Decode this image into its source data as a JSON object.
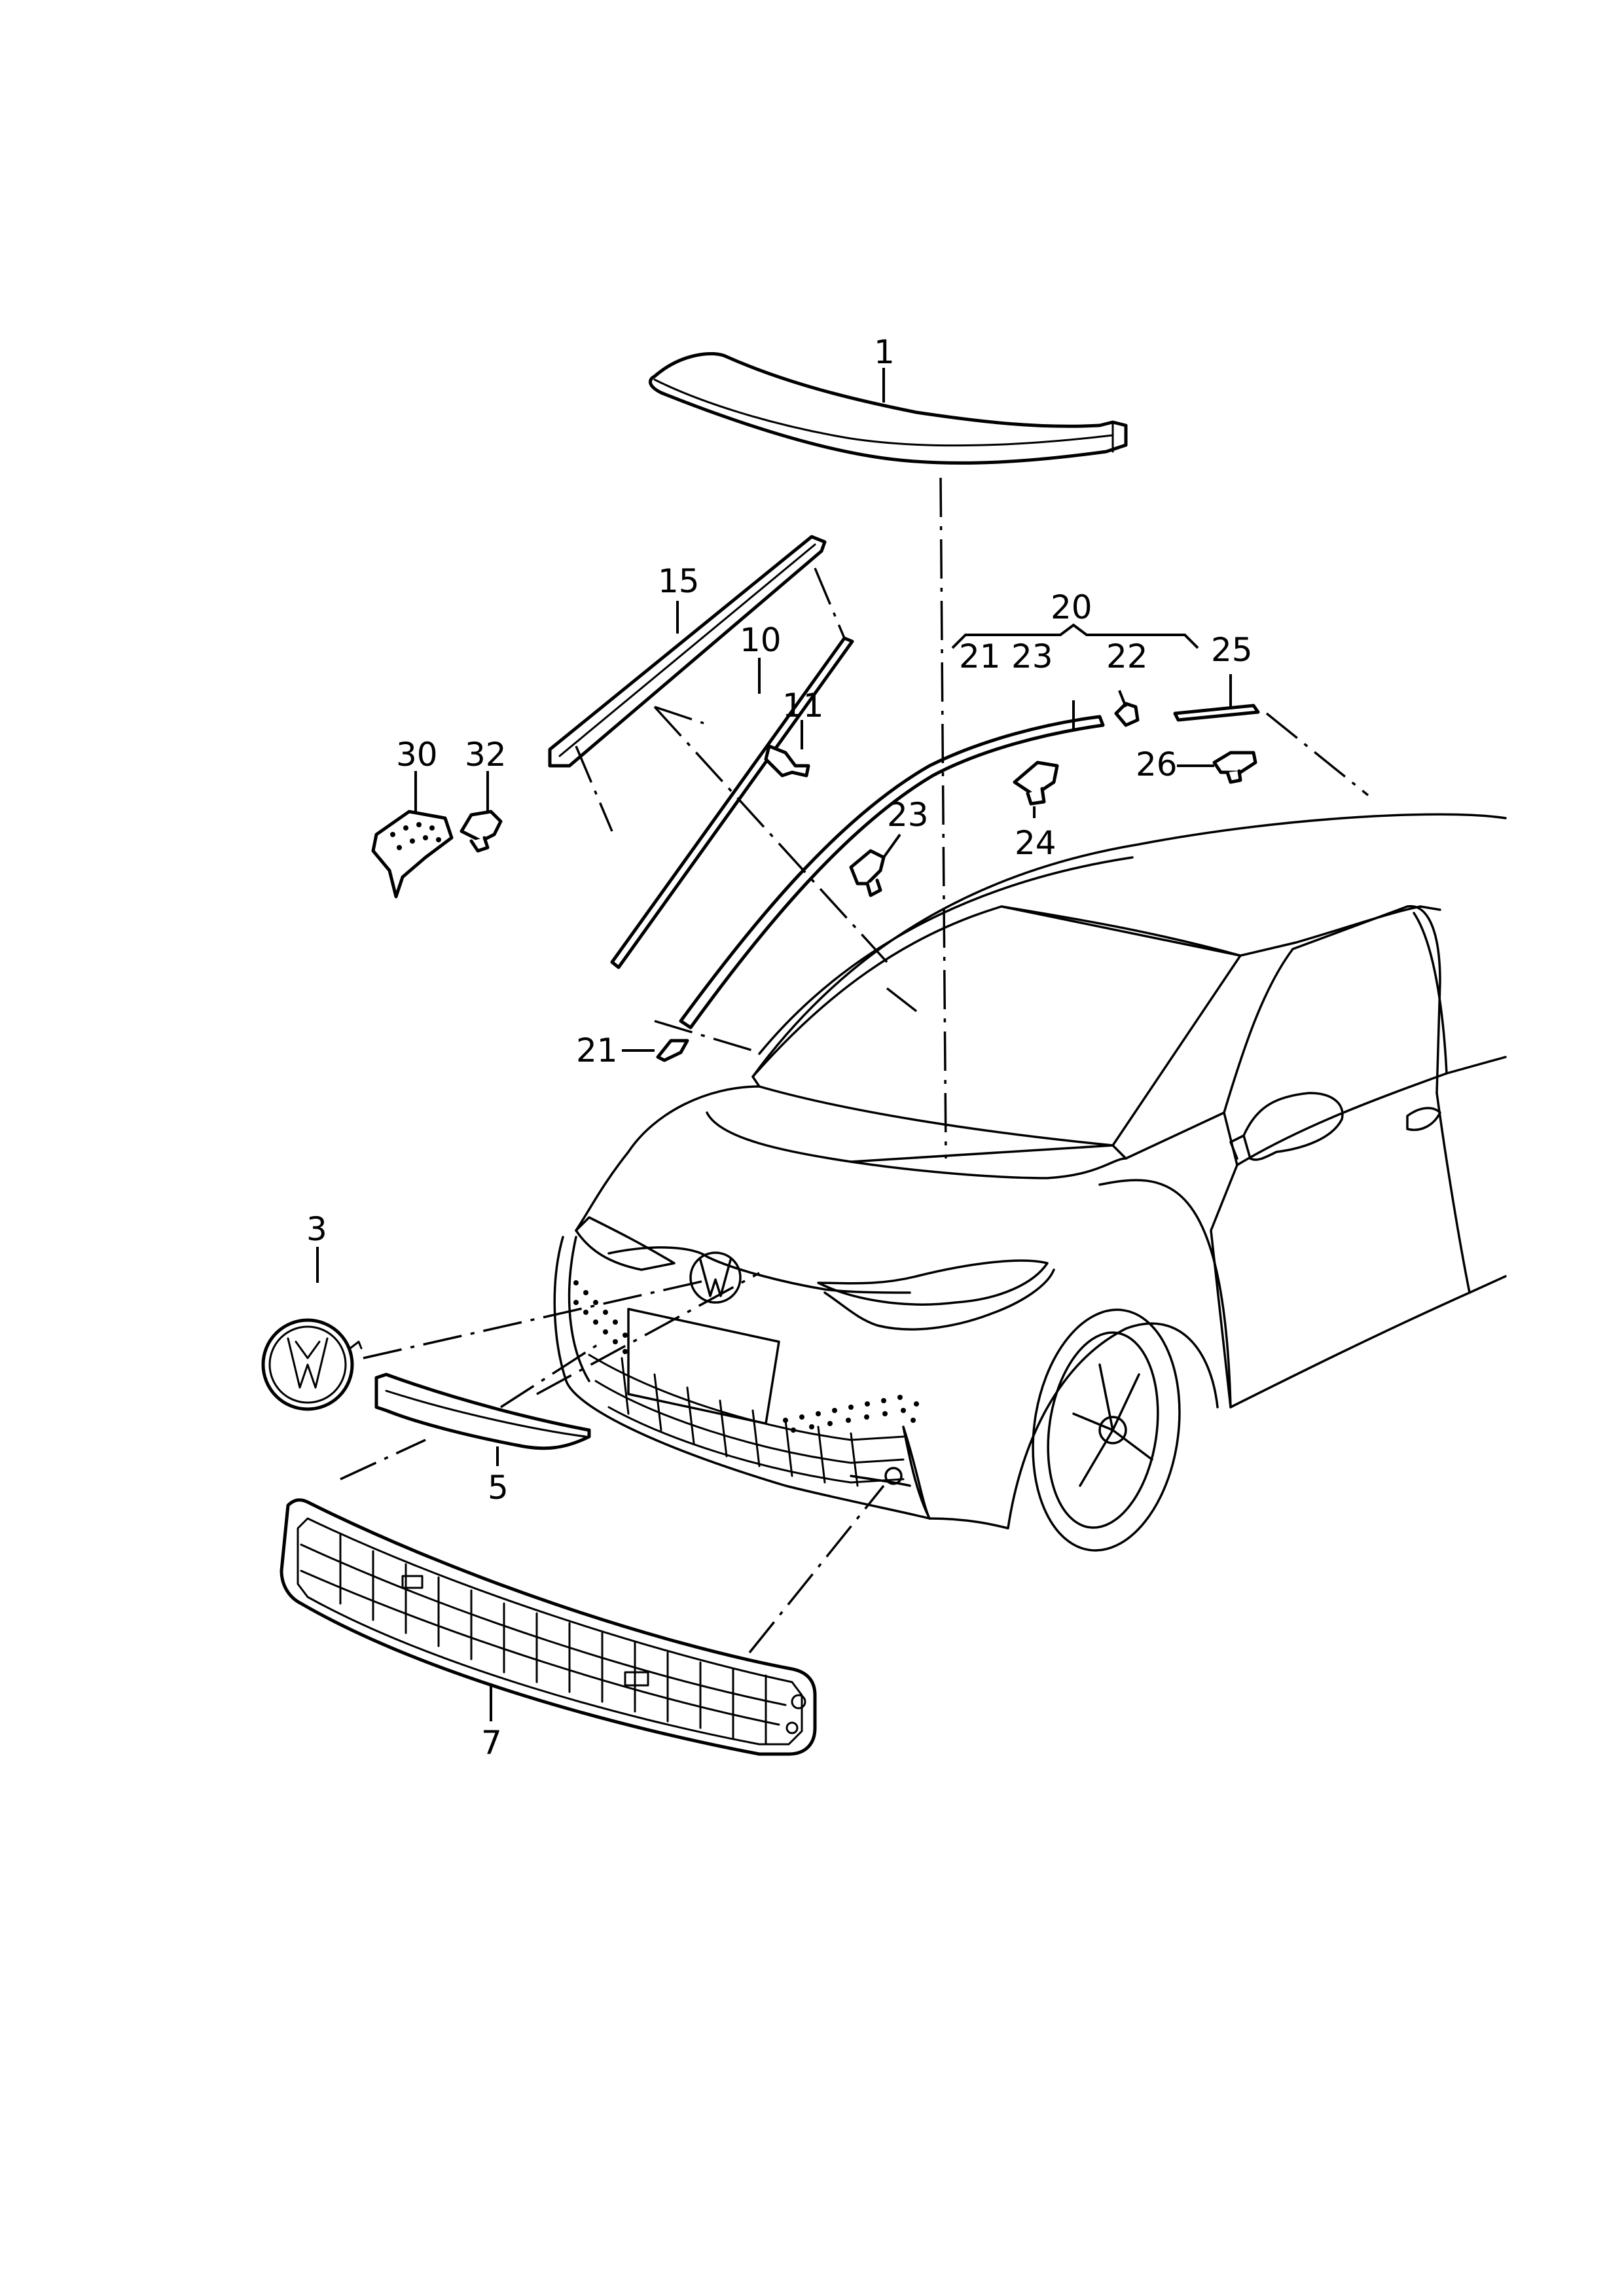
{
  "callouts": {
    "c1": "1",
    "c3": "3",
    "c5": "5",
    "c7": "7",
    "c10": "10",
    "c11": "11",
    "c15": "15",
    "c20": "20",
    "c20_sub21": "21",
    "c20_sub23": "23",
    "c21": "21",
    "c22": "22",
    "c23": "23",
    "c24": "24",
    "c25": "25",
    "c26": "26",
    "c30": "30",
    "c32": "32"
  },
  "colors": {
    "line": "#000000",
    "background": "#ffffff"
  }
}
